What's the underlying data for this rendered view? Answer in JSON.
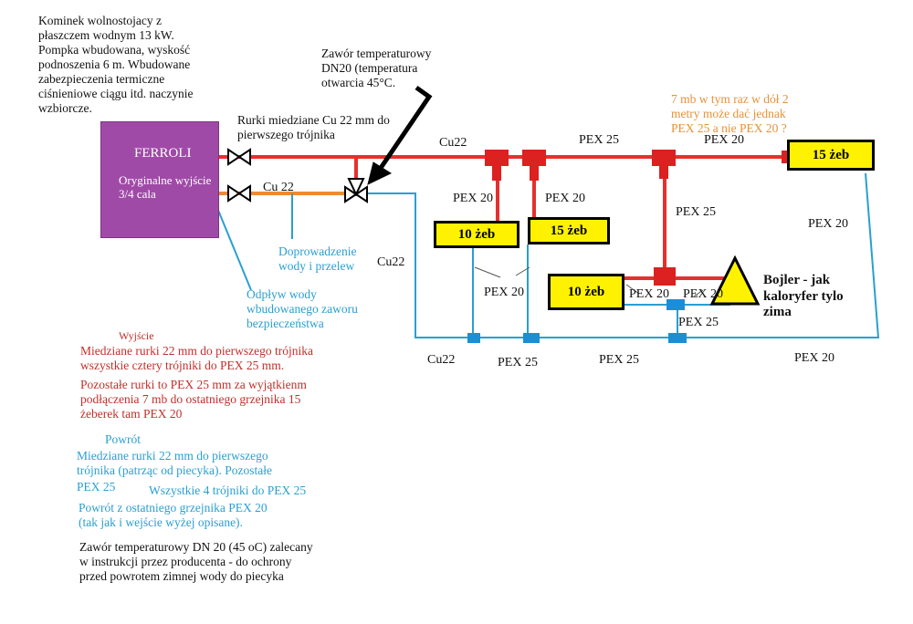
{
  "colors": {
    "supply_pipe": "#e53030",
    "supply_tee": "#dd2020",
    "return_pipe": "#2a9fd0",
    "return_tee": "#1a8fd6",
    "copper_return": "#f08a30",
    "boiler": "#a04aa8",
    "radiator": "#fff200",
    "arrow": "#000000"
  },
  "boiler": {
    "name": "FERROLI",
    "outlet_note": "Oryginalne wyjście\n3/4 cala"
  },
  "notes": {
    "fireplace": "Kominek wolnostojacy z\npłaszczem wodnym 13 kW.\nPompka wbudowana, wyskość\npodnoszenia 6 m. Wbudowane\nzabezpieczenia termiczne\nciśnieniowe ciągu itd. naczynie\nwzbiorcze.",
    "valve": "Zawór temperaturowy\nDN20 (temperatura\notwarcia 45°C.",
    "copper_pipes": "Rurki miedziane Cu 22 mm do\npierwszego trójnika",
    "last_radiator": "7 mb w tym raz w dół 2\nmetry może dać  jednak\nPEX 25 a nie PEX 20 ?",
    "water_supply": "Doprowadzenie\nwody i przelew",
    "safety_drain": "Odpływ wody\nwbudowanego zaworu\nbezpieczeństwa",
    "bojler": "Bojler - jak\nkaloryfer tylo\nzima"
  },
  "legend": {
    "supply_title": "Wyjście",
    "supply_line1": "Miedziane rurki 22 mm do pierwszego trójnika\nwszystkie cztery trójniki do PEX 25 mm.",
    "supply_line2": "Pozostałe rurki to PEX 25 mm za wyjątkienm\npodłączenia 7 mb do ostatniego grzejnika 15\nżeberek tam PEX 20",
    "return_title": "Powrót",
    "return_line1": "Miedziane rurki 22 mm do pierwszego\ntrójnika (patrząc od piecyka). Pozostałe",
    "return_pex": "PEX 25",
    "return_tees": "Wszystkie 4 trójniki do PEX 25",
    "return_line2": "Powrót z ostatniego grzejnika PEX 20\n(tak jak i wejście wyżej opisane).",
    "valve_note": "Zawór temperaturowy DN 20 (45 oC) zalecany\nw instrukcji przez producenta - do ochrony\nprzed powrotem zimnej wody do piecyka"
  },
  "radiators": [
    {
      "label": "15 żeb"
    },
    {
      "label": "10 żeb"
    },
    {
      "label": "15 żeb"
    },
    {
      "label": "10 żeb"
    }
  ],
  "pipe_labels": {
    "cu22_top": "Cu22",
    "pex25_top": "PEX 25",
    "pex20_top": "PEX 20",
    "cu22_orange": "Cu 22",
    "pex20_left": "PEX 20",
    "pex20_mid": "PEX 20",
    "pex25_vertical": "PEX 25",
    "pex20_right": "PEX 20",
    "cu22_return": "Cu22",
    "pex20_cross": "PEX 20",
    "pex20_bojler_left": "PEX 20",
    "pex20_bojler_right": "PEX 20",
    "pex25_bojler": "PEX 25",
    "cu22_bottom": "Cu22",
    "pex25_bottom_left": "PEX 25",
    "pex25_bottom_mid": "PEX 25",
    "pex20_bottom_right": "PEX 20"
  }
}
